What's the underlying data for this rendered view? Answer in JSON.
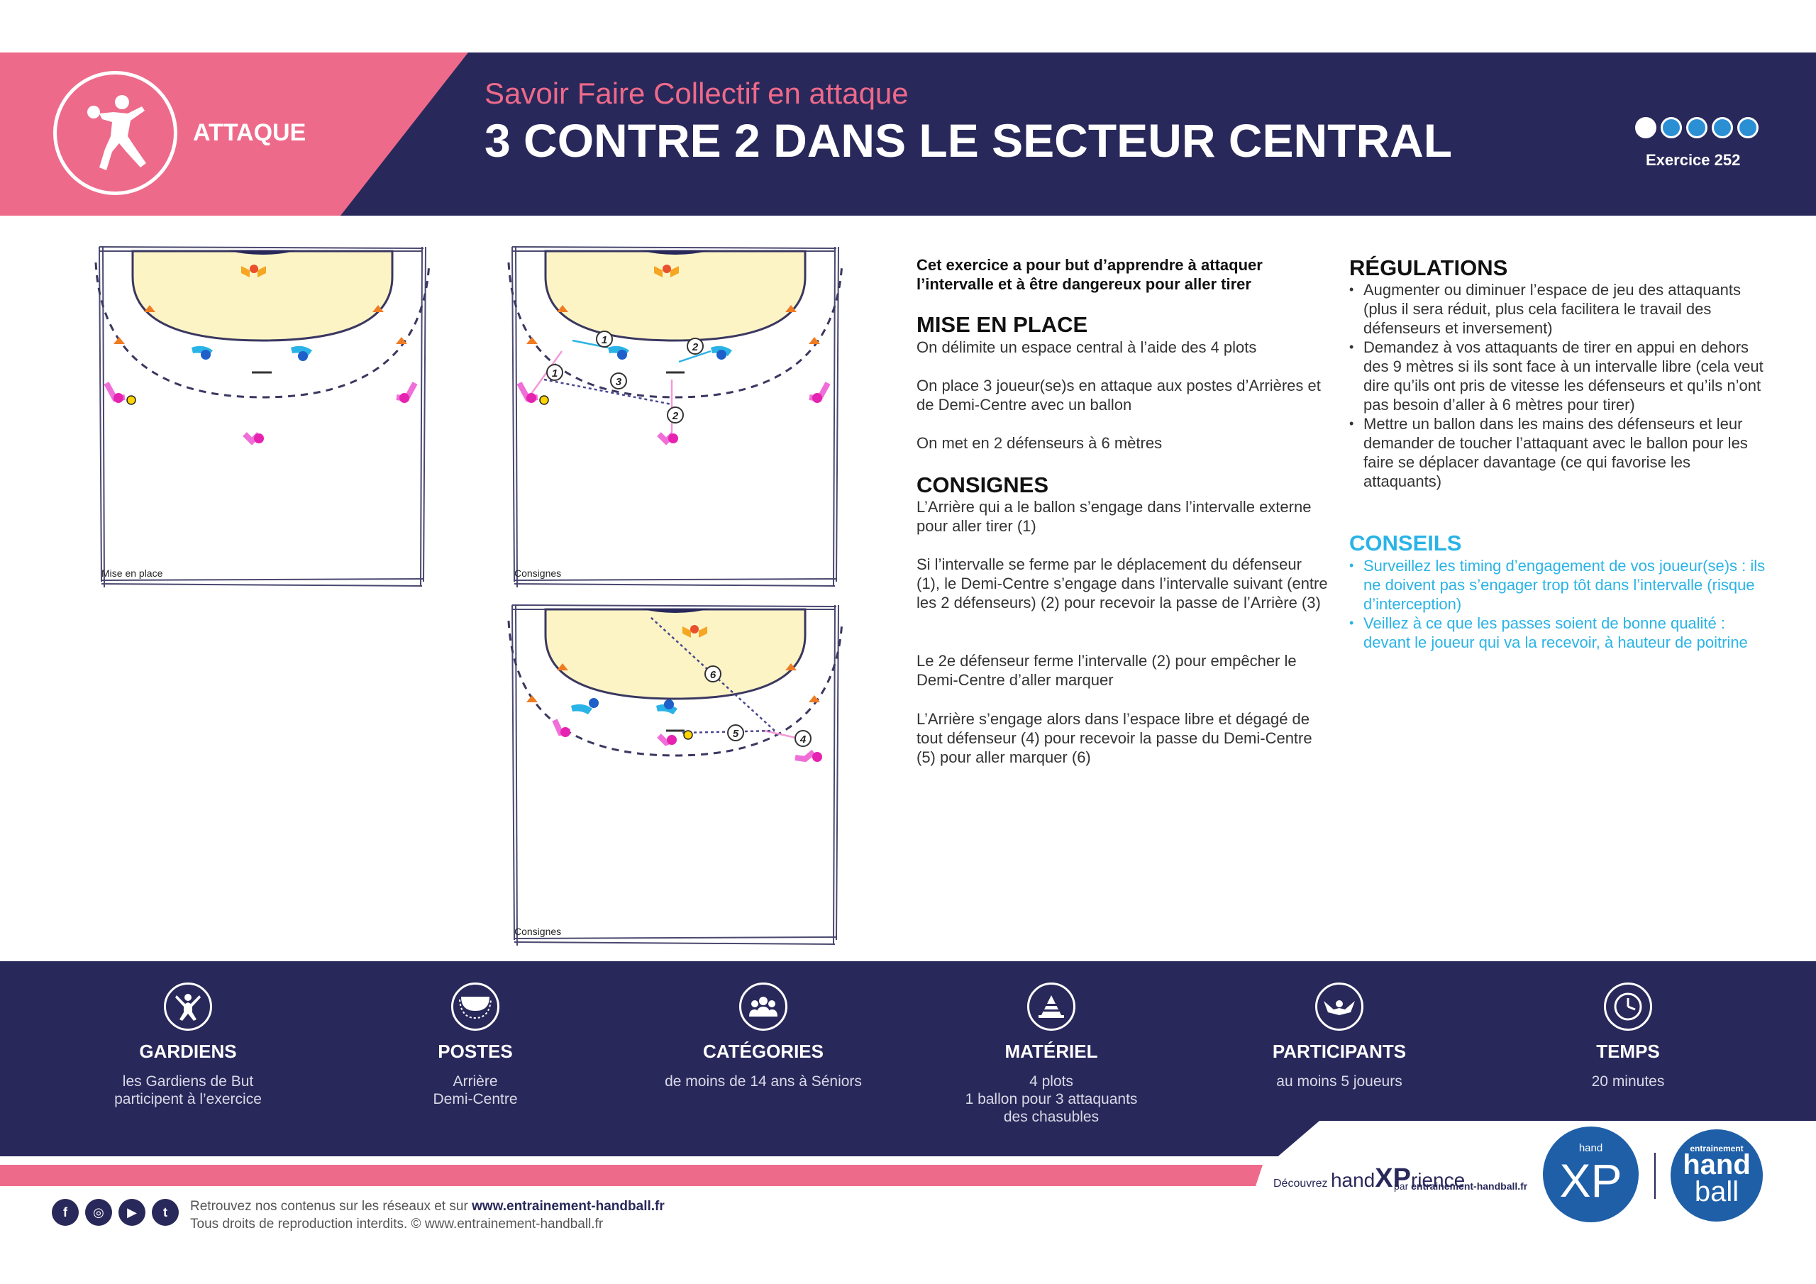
{
  "header": {
    "category": "ATTAQUE",
    "subtitle": "Savoir Faire Collectif en attaque",
    "title": "3 CONTRE 2 DANS LE SECTEUR CENTRAL",
    "difficulty": 1,
    "difficulty_max": 5,
    "exercise_label": "Exercice  252",
    "colors": {
      "pink": "#ee6a8a",
      "navy": "#29285a",
      "cyan": "#2ab3e6"
    }
  },
  "diagrams": {
    "court1_label": "Mise en place",
    "court2_label": "Consignes",
    "court3_label": "Consignes",
    "court2_numbers": [
      "1",
      "1",
      "2",
      "3",
      "2"
    ],
    "court3_numbers": [
      "6",
      "5",
      "4"
    ]
  },
  "content": {
    "intro": "Cet exercice a pour but d’apprendre à attaquer l’intervalle et à être dangereux pour aller tirer",
    "mise_en_place_title": "MISE EN PLACE",
    "mise_en_place": [
      "On délimite un espace central à l’aide des 4 plots",
      "On place 3 joueur(se)s en attaque aux postes d’Arrières et de Demi-Centre avec un ballon",
      "On met en 2 défenseurs à 6 mètres"
    ],
    "consignes_title": "CONSIGNES",
    "consignes": [
      "L’Arrière qui a le ballon s’engage dans l’intervalle externe pour aller tirer (1)",
      "Si l’intervalle se ferme par le déplacement du défenseur (1), le Demi-Centre s’engage dans l’intervalle suivant (entre les 2 défenseurs) (2) pour recevoir la passe de l’Arrière (3)",
      "Le 2e défenseur ferme l’intervalle (2) pour empêcher le Demi-Centre d’aller marquer",
      "L’Arrière s’engage alors dans l’espace libre et dégagé de tout défenseur (4) pour recevoir la passe du Demi-Centre (5) pour aller marquer (6)"
    ],
    "regulations_title": "RÉGULATIONS",
    "regulations": [
      "Augmenter ou diminuer l’espace de jeu des attaquants (plus il sera réduit, plus cela facilitera le travail des défenseurs et inversement)",
      "Demandez à vos attaquants de tirer en appui en dehors des 9 mètres si ils sont face à un intervalle libre (cela veut dire qu’ils ont pris de vitesse les défenseurs et qu’ils n’ont pas besoin d’aller à 6 mètres pour tirer)",
      "Mettre un ballon dans les mains des défenseurs et leur demander de toucher l’attaquant avec le ballon pour les faire se déplacer davantage (ce qui favorise les attaquants)"
    ],
    "conseils_title": "CONSEILS",
    "conseils": [
      "Surveillez les timing d’engagement de vos joueur(se)s : ils ne doivent pas s’engager trop tôt dans l’intervalle (risque d’interception)",
      "Veillez à ce que les passes soient de bonne qualité : devant le joueur qui va la recevoir, à hauteur de poitrine"
    ]
  },
  "info": [
    {
      "icon": "goalkeeper-icon",
      "title": "GARDIENS",
      "value": "les Gardiens de But\nparticipent à l’exercice"
    },
    {
      "icon": "positions-icon",
      "title": "POSTES",
      "value": "Arrière\nDemi-Centre"
    },
    {
      "icon": "group-icon",
      "title": "CATÉGORIES",
      "value": "de moins de 14 ans à Séniors"
    },
    {
      "icon": "cone-icon",
      "title": "MATÉRIEL",
      "value": "4 plots\n1 ballon pour 3 attaquants\ndes chasubles"
    },
    {
      "icon": "players-icon",
      "title": "PARTICIPANTS",
      "value": "au moins 5 joueurs"
    },
    {
      "icon": "clock-icon",
      "title": "TEMPS",
      "value": "20 minutes"
    }
  ],
  "footer": {
    "social_line_prefix": "Retrouvez nos contenus sur les réseaux et sur ",
    "site": "www.entrainement-handball.fr",
    "copyright": "Tous droits de reproduction interdits. © www.entrainement-handball.fr",
    "social": [
      "f",
      "◎",
      "▶",
      "t"
    ],
    "discover": "Découvrez",
    "brand_hand": "hand",
    "brand_xp": "XP",
    "brand_rience": "rience",
    "brand_par": "par",
    "brand_site": "entrainement-handball.fr",
    "logo_xp_small": "hand",
    "logo_xp": "XP",
    "logo_hb_small": "entrainement",
    "logo_hb_hand": "hand",
    "logo_hb_ball": "ball"
  }
}
